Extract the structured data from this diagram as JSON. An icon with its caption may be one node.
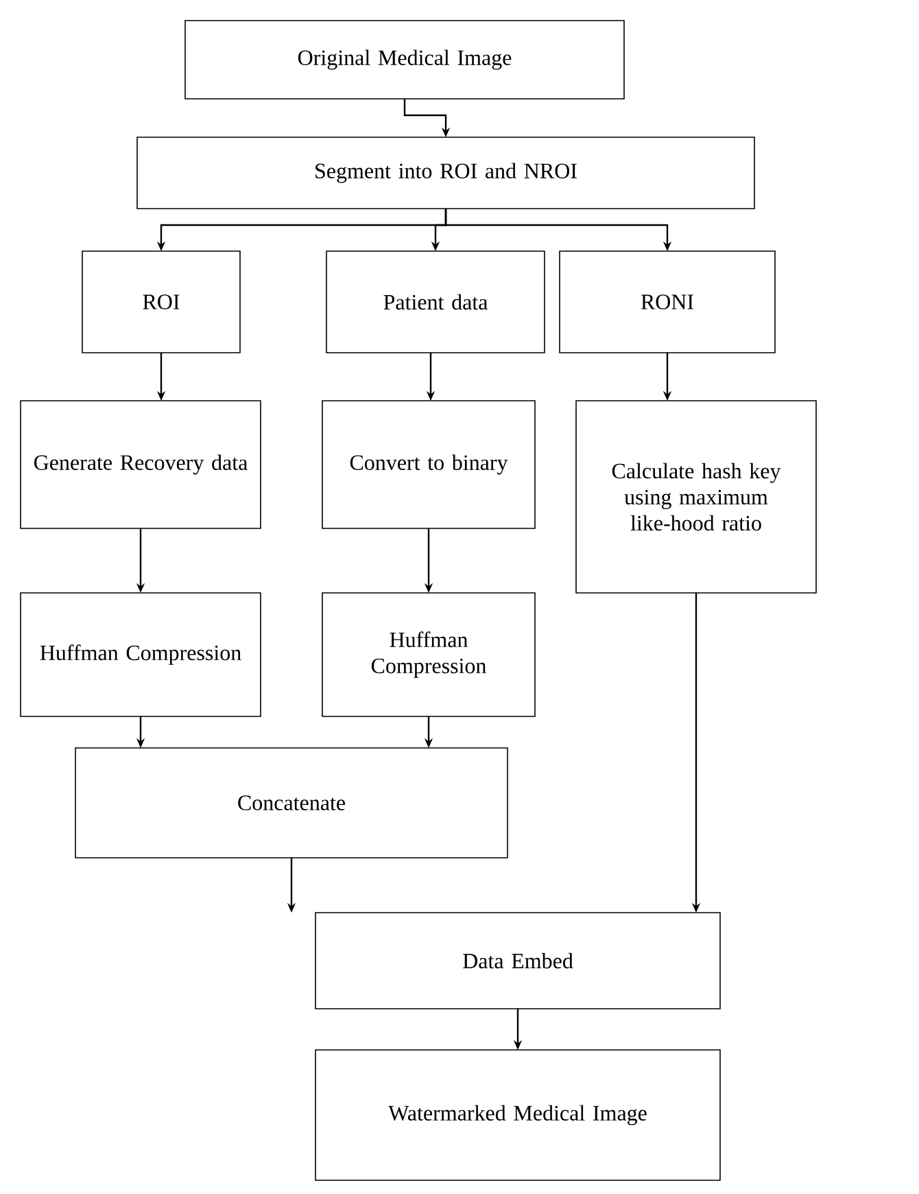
{
  "diagram": {
    "nodes": [
      {
        "text": [
          "Original Medical Image"
        ]
      },
      {
        "text": [
          "Segment into ROI and NROI"
        ]
      },
      {
        "text": [
          "ROI"
        ]
      },
      {
        "text": [
          "Patient data"
        ]
      },
      {
        "text": [
          "RONI"
        ]
      },
      {
        "text": [
          "Generate Recovery data"
        ]
      },
      {
        "text": [
          "Convert to binary"
        ]
      },
      {
        "text": [
          "Calculate hash key using maximum like-hood ratio"
        ]
      },
      {
        "text": [
          "Huffman Compression"
        ]
      },
      {
        "text": [
          "Huffman Compression"
        ]
      },
      {
        "text": [
          "Concatenate"
        ]
      },
      {
        "text": [
          "Data Embed"
        ]
      },
      {
        "text": [
          "Watermarked Medical Image"
        ]
      }
    ],
    "edges": [
      {
        "from": 0,
        "to": 1,
        "arrow": "to"
      },
      {
        "from": 1,
        "to": 2,
        "arrow": "to"
      },
      {
        "from": 1,
        "to": 3,
        "arrow": "to"
      },
      {
        "from": 1,
        "to": 4,
        "arrow": "to"
      },
      {
        "from": 2,
        "to": 5,
        "arrow": "to"
      },
      {
        "from": 3,
        "to": 6,
        "arrow": "to"
      },
      {
        "from": 4,
        "to": 7,
        "arrow": "to"
      },
      {
        "from": 5,
        "to": 8,
        "arrow": "to"
      },
      {
        "from": 6,
        "to": 9,
        "arrow": "to"
      },
      {
        "from": 8,
        "to": 10,
        "arrow": "to"
      },
      {
        "from": 9,
        "to": 10,
        "arrow": "to"
      },
      {
        "from": 10,
        "to": 11,
        "arrow": "to"
      },
      {
        "from": 7,
        "to": 11,
        "arrow": "to"
      },
      {
        "from": 11,
        "to": 12,
        "arrow": "to"
      }
    ]
  }
}
